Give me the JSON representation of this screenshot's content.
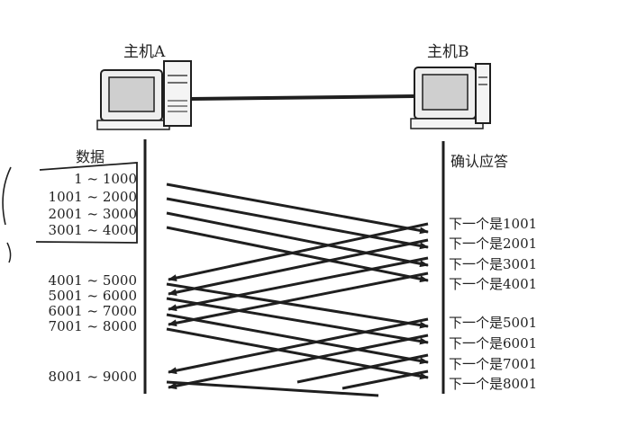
{
  "hosts": {
    "a": "主机A",
    "b": "主机B"
  },
  "column_headers": {
    "data": "数据",
    "ack": "确认应答"
  },
  "data_segments": [
    "1 ~ 1000",
    "1001 ~ 2000",
    "2001 ~ 3000",
    "3001 ~ 4000",
    "4001 ~ 5000",
    "5001 ~ 6000",
    "6001 ~ 7000",
    "7001 ~ 8000",
    "8001 ~ 9000"
  ],
  "ack_labels": [
    "下一个是1001",
    "下一个是2001",
    "下一个是3001",
    "下一个是4001",
    "下一个是5001",
    "下一个是6001",
    "下一个是7001",
    "下一个是8001"
  ],
  "colors": {
    "ink": "#1f1f1f",
    "screen": "#cfcfcf"
  }
}
